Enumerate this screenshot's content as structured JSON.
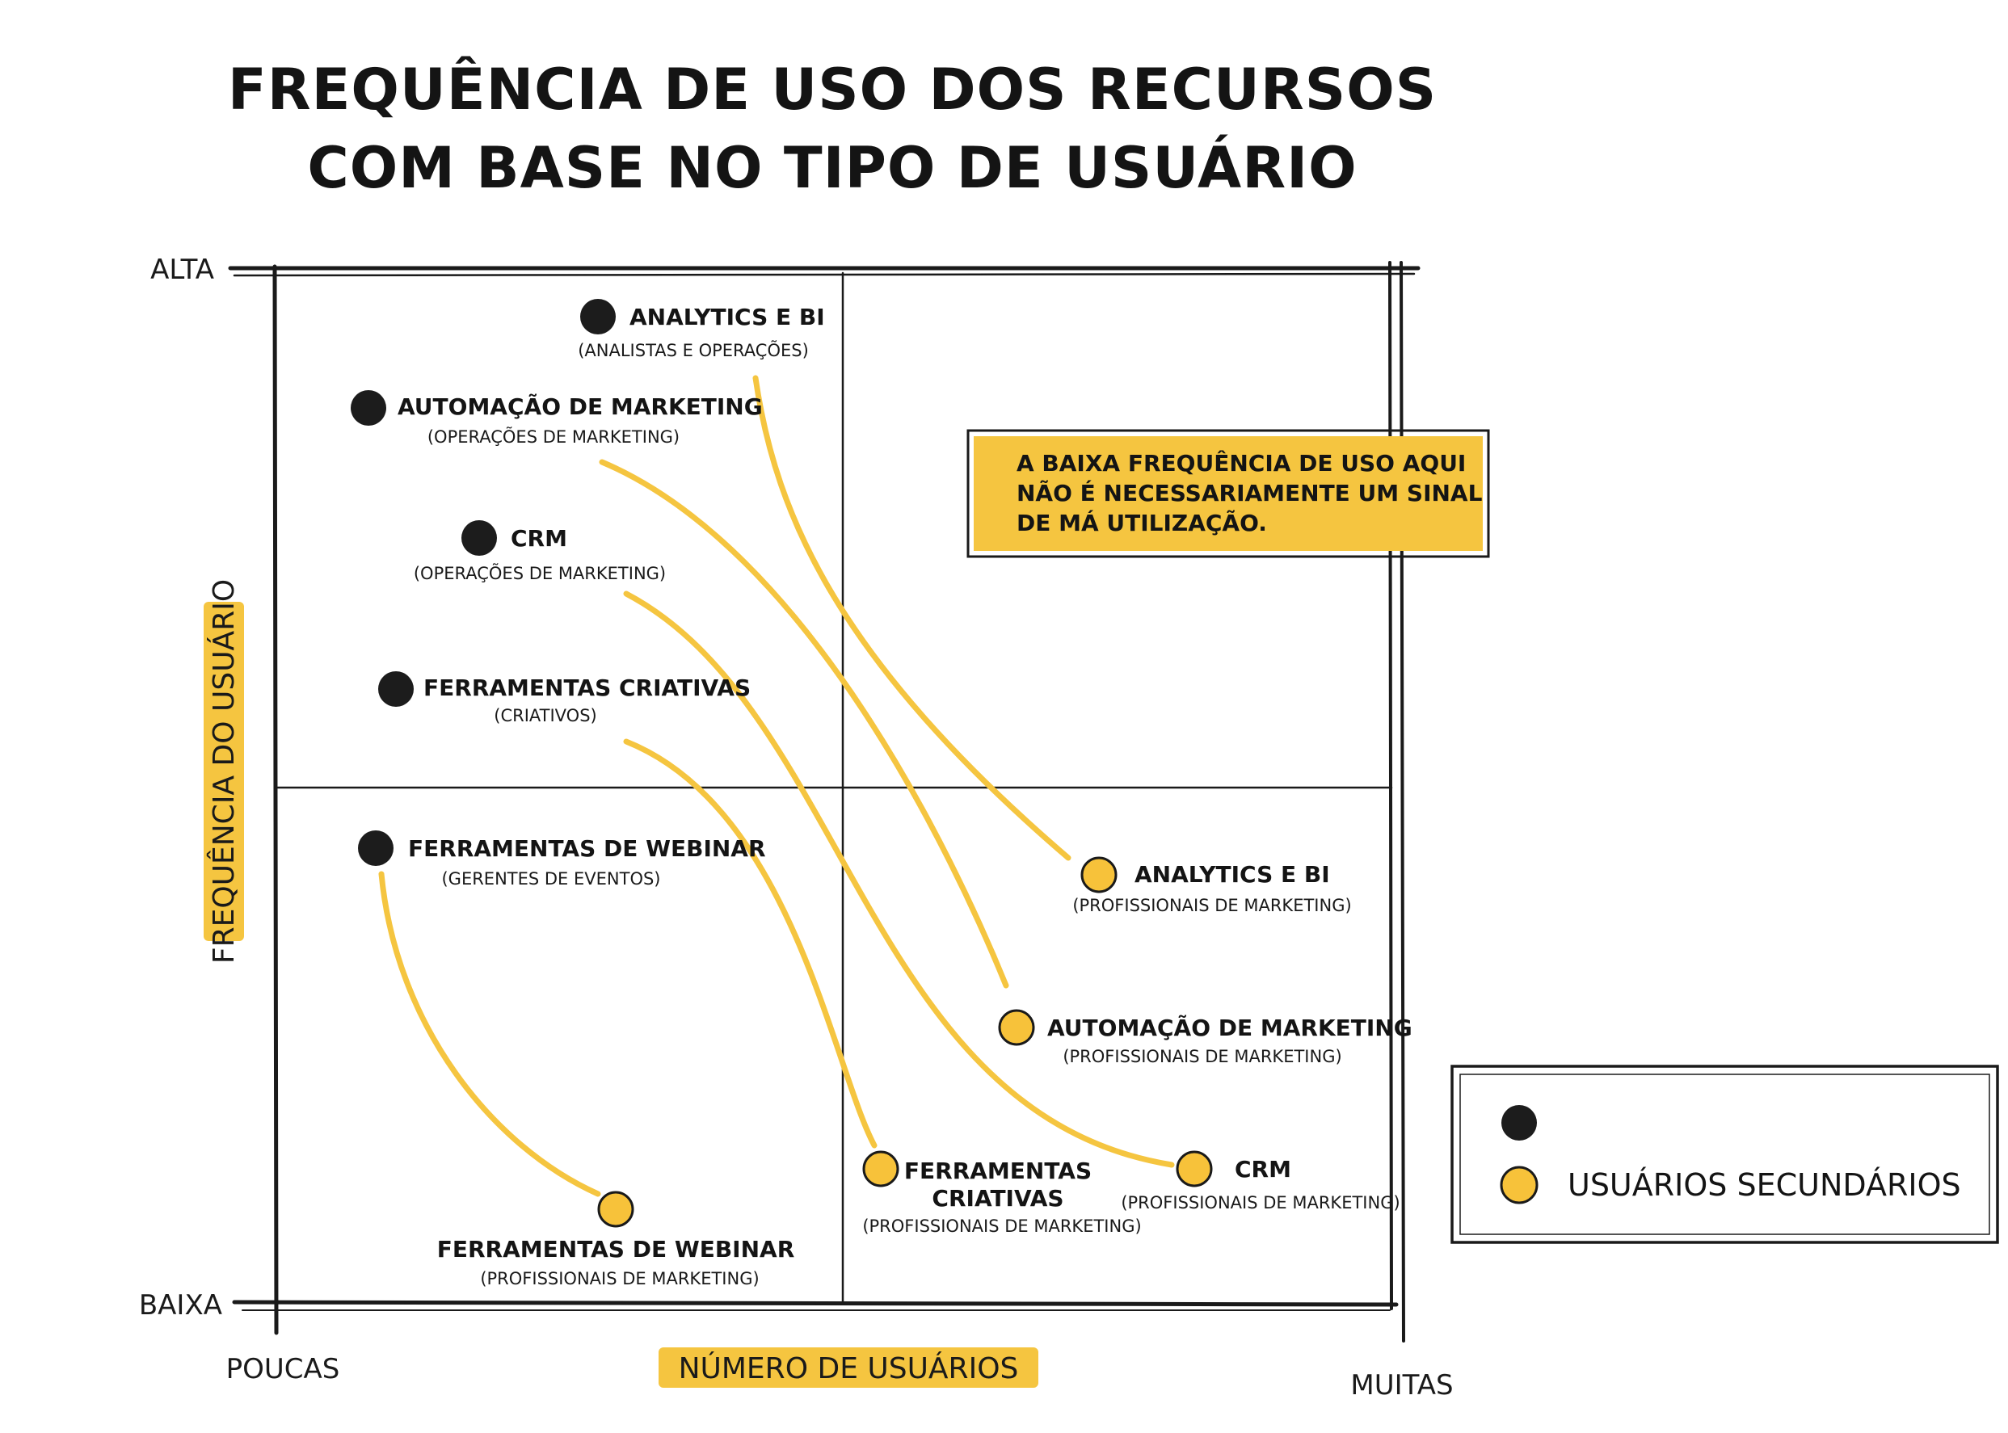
{
  "title": {
    "line1": "FREQUÊNCIA DE USO DOS RECURSOS",
    "line2": "COM BASE NO TIPO DE USUÁRIO"
  },
  "axes": {
    "y_title": "FREQUÊNCIA DO USUÁRIO",
    "y_high": "ALTA",
    "y_low": "BAIXA",
    "x_title": "NÚMERO DE USUÁRIOS",
    "x_low": "POUCAS",
    "x_high": "MUITAS"
  },
  "note": {
    "line1": "A BAIXA FREQUÊNCIA DE USO AQUI",
    "line2": "NÃO É NECESSARIAMENTE UM SINAL",
    "line3": "DE MÁ UTILIZAÇÃO."
  },
  "primary": [
    {
      "label": "ANALYTICS E BI",
      "sub": "(ANALISTAS E OPERAÇÕES)"
    },
    {
      "label": "AUTOMAÇÃO DE MARKETING",
      "sub": "(OPERAÇÕES DE MARKETING)"
    },
    {
      "label": "CRM",
      "sub": "(OPERAÇÕES DE MARKETING)"
    },
    {
      "label": "FERRAMENTAS CRIATIVAS",
      "sub": "(CRIATIVOS)"
    },
    {
      "label": "FERRAMENTAS DE WEBINAR",
      "sub": "(GERENTES DE EVENTOS)"
    }
  ],
  "secondary": [
    {
      "label": "ANALYTICS E BI",
      "sub": "(PROFISSIONAIS DE MARKETING)"
    },
    {
      "label": "AUTOMAÇÃO DE MARKETING",
      "sub": "(PROFISSIONAIS DE MARKETING)"
    },
    {
      "label": "CRM",
      "sub": "(PROFISSIONAIS DE MARKETING)"
    },
    {
      "label_line1": "FERRAMENTAS",
      "label_line2": "CRIATIVAS",
      "sub": "(PROFISSIONAIS DE MARKETING)"
    },
    {
      "label": "FERRAMENTAS DE WEBINAR",
      "sub": "(PROFISSIONAIS DE MARKETING)"
    }
  ],
  "legend": {
    "primary_label": "",
    "secondary_label": "USUÁRIOS SECUNDÁRIOS"
  },
  "colors": {
    "accent": "#f5c540",
    "ink": "#141414",
    "primary_dot": "#1c1c1c",
    "secondary_dot": "#f7c23a"
  }
}
